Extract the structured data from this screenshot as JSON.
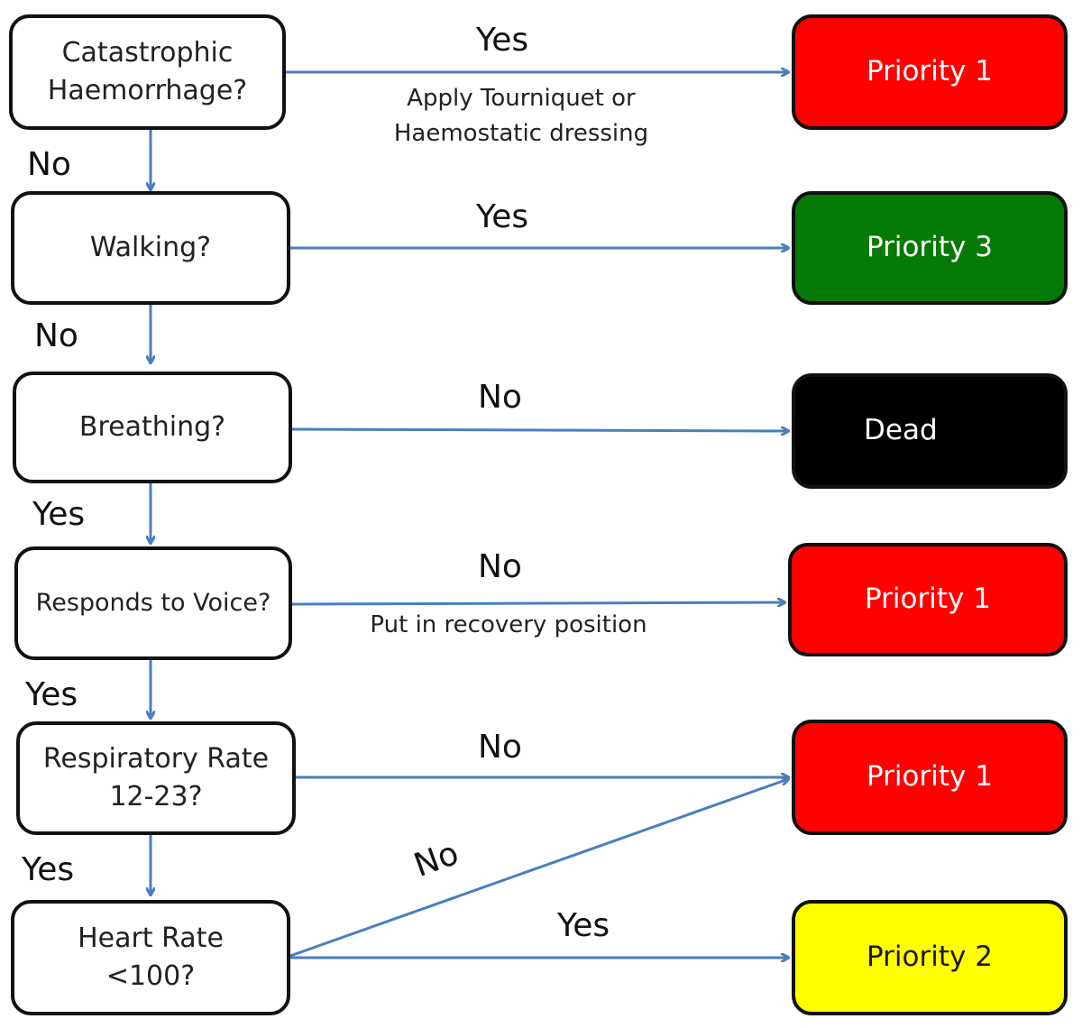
{
  "questions": [
    {
      "text": "Catastrophic\nHaemorrhage?"
    },
    {
      "text": "Walking?"
    },
    {
      "text": "Breathing?"
    },
    {
      "text": "Responds to Voice?"
    },
    {
      "text": "Respiratory Rate\n12-23?"
    },
    {
      "text": "Heart Rate\n<100?"
    }
  ],
  "outcomes": [
    {
      "text": "Priority 1",
      "color": "#ff0000",
      "text_color": "#ffffff"
    },
    {
      "text": "Priority 3",
      "color": "#067a06",
      "text_color": "#ffffff"
    },
    {
      "text": "Dead",
      "color": "#000000",
      "text_color": "#ffffff"
    },
    {
      "text": "Priority 1",
      "color": "#ff0000",
      "text_color": "#ffffff"
    },
    {
      "text": "Priority 1",
      "color": "#ff0000",
      "text_color": "#ffffff"
    },
    {
      "text": "Priority 2",
      "color": "#ffff00",
      "text_color": "#1a1a1a"
    }
  ],
  "right_labels": [
    "Yes",
    "Yes",
    "No",
    "No",
    "No",
    "Yes",
    "No"
  ],
  "down_labels": [
    "No",
    "No",
    "Yes",
    "Yes",
    "Yes"
  ],
  "notes": [
    "Apply Tourniquet or\nHaemostatic dressing",
    "Put in recovery position"
  ],
  "arrow_color": "#4a7ebf"
}
